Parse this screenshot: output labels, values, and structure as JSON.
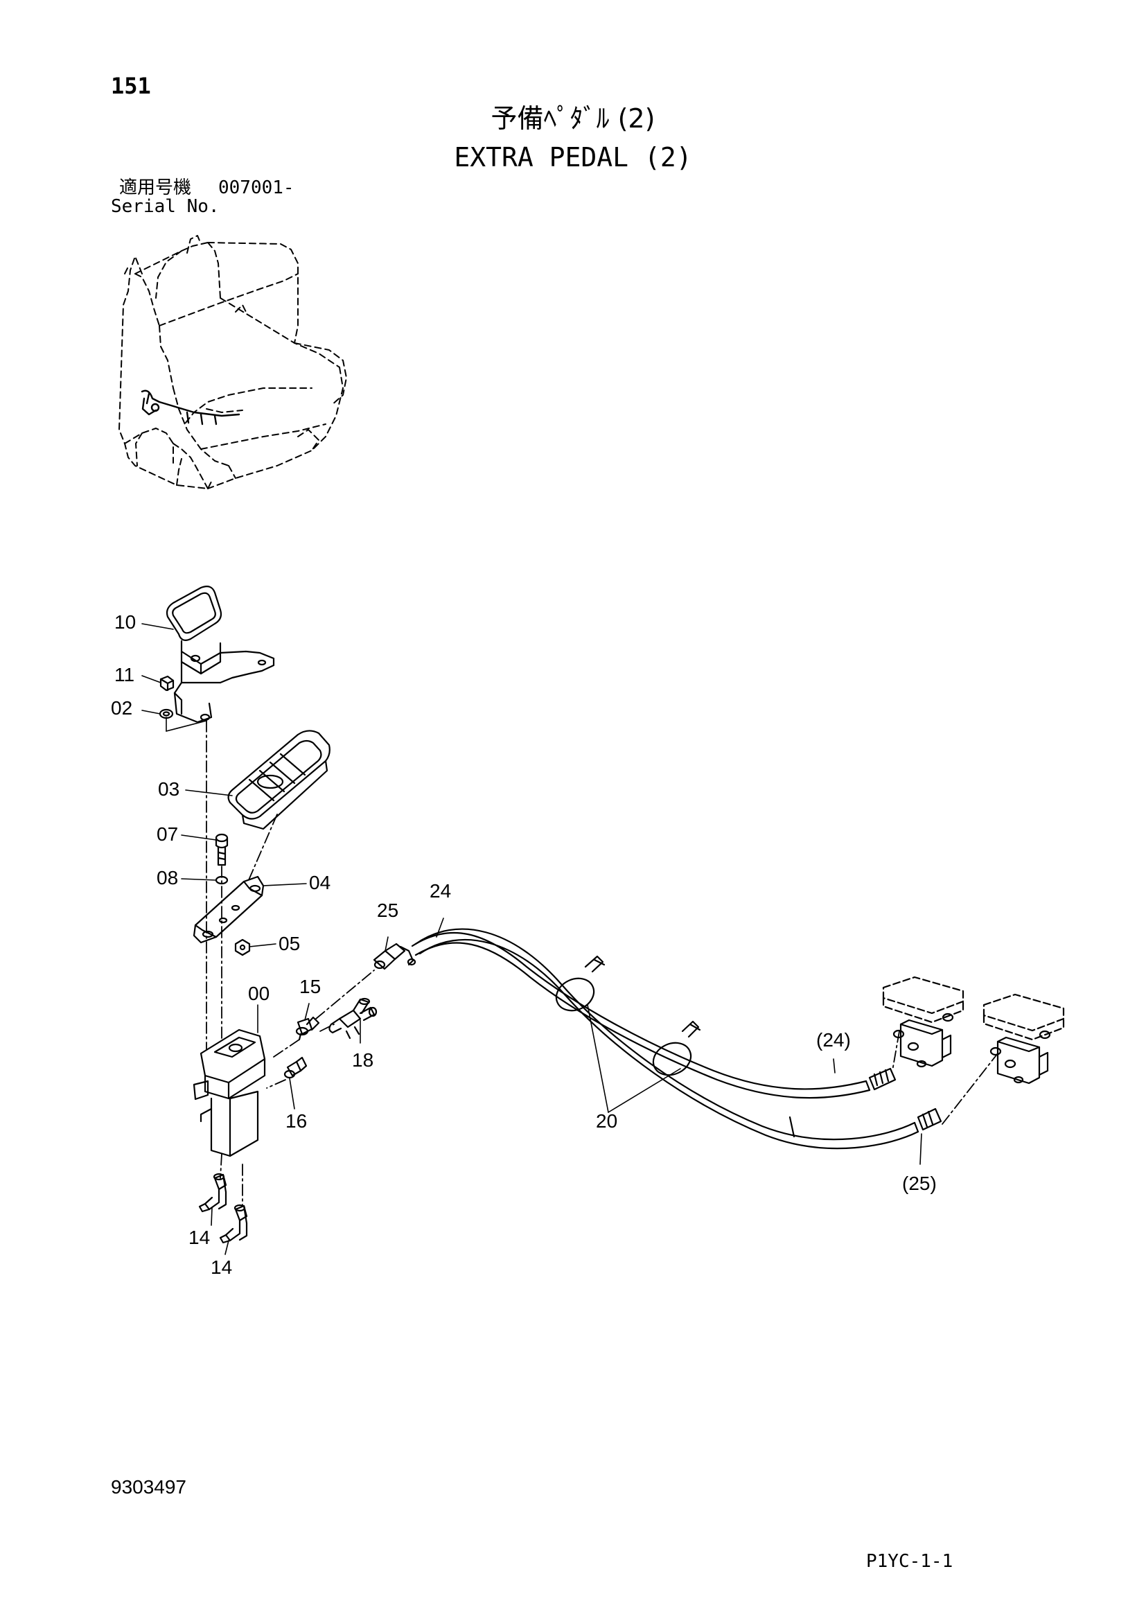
{
  "header": {
    "page_number": "151",
    "title_jp": "予備ﾍﾟﾀﾞﾙ (2)",
    "title_en": "EXTRA PEDAL (2)",
    "serial_label_jp": "適用号機",
    "serial_value": "007001-",
    "serial_label_en": "Serial No."
  },
  "callouts": [
    {
      "id": "c10",
      "label": "10"
    },
    {
      "id": "c11",
      "label": "11"
    },
    {
      "id": "c02",
      "label": "02"
    },
    {
      "id": "c03",
      "label": "03"
    },
    {
      "id": "c07",
      "label": "07"
    },
    {
      "id": "c08",
      "label": "08"
    },
    {
      "id": "c04",
      "label": "04"
    },
    {
      "id": "c05",
      "label": "05"
    },
    {
      "id": "c25",
      "label": "25"
    },
    {
      "id": "c24",
      "label": "24"
    },
    {
      "id": "c00",
      "label": "00"
    },
    {
      "id": "c15",
      "label": "15"
    },
    {
      "id": "c18",
      "label": "18"
    },
    {
      "id": "c16",
      "label": "16"
    },
    {
      "id": "c14a",
      "label": "14"
    },
    {
      "id": "c14b",
      "label": "14"
    },
    {
      "id": "c20",
      "label": "20"
    },
    {
      "id": "c24p",
      "label": "(24)"
    },
    {
      "id": "c25p",
      "label": "(25)"
    }
  ],
  "footer": {
    "document_number": "9303497",
    "page_code": "P1YC-1-1"
  }
}
